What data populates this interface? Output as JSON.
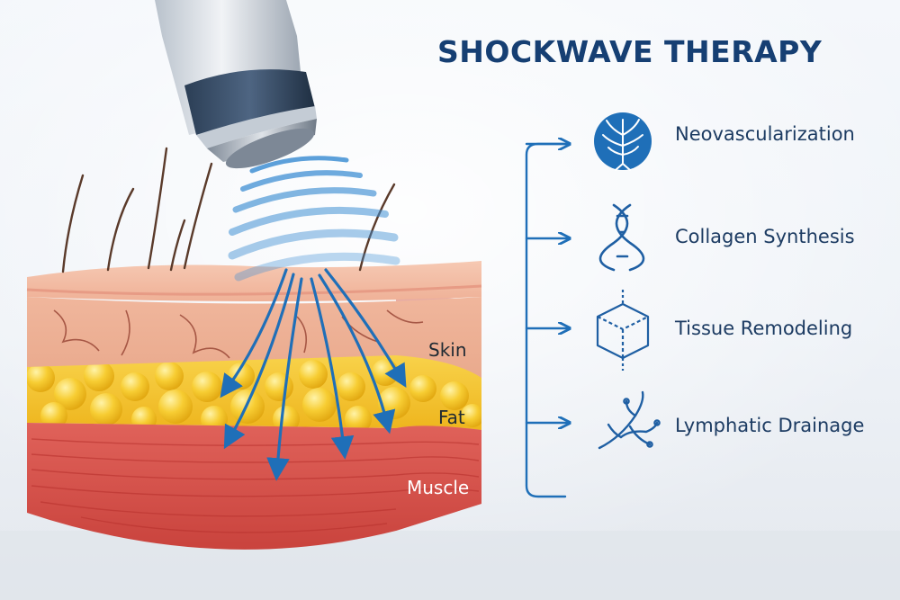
{
  "title": "SHOCKWAVE THERAPY",
  "layers": {
    "skin": "Skin",
    "fat": "Fat",
    "muscle": "Muscle"
  },
  "benefits": [
    {
      "label": "Neovascularization",
      "icon": "blood-vessel-icon"
    },
    {
      "label": "Collagen Synthesis",
      "icon": "dna-helix-icon"
    },
    {
      "label": "Tissue Remodeling",
      "icon": "cube-icon"
    },
    {
      "label": "Lymphatic Drainage",
      "icon": "lymphatic-branch-icon"
    }
  ],
  "colors": {
    "title": "#163f73",
    "accent_blue": "#1f6fb8",
    "skin": "#f2b79c",
    "fat": "#f5c72c",
    "muscle": "#d9534a"
  }
}
